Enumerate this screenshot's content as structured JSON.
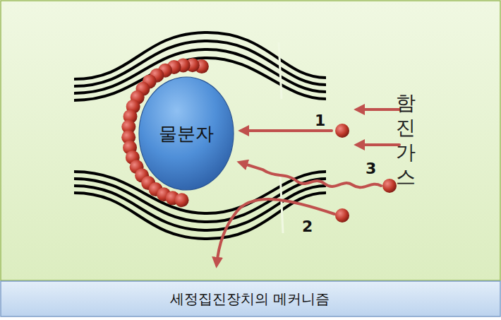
{
  "diagram": {
    "caption": "세정집진장치의 메커니즘",
    "nodes": [
      {
        "text": [
          "물분자"
        ]
      }
    ],
    "labels": [
      "1",
      "2",
      "3",
      "함진가스"
    ]
  }
}
